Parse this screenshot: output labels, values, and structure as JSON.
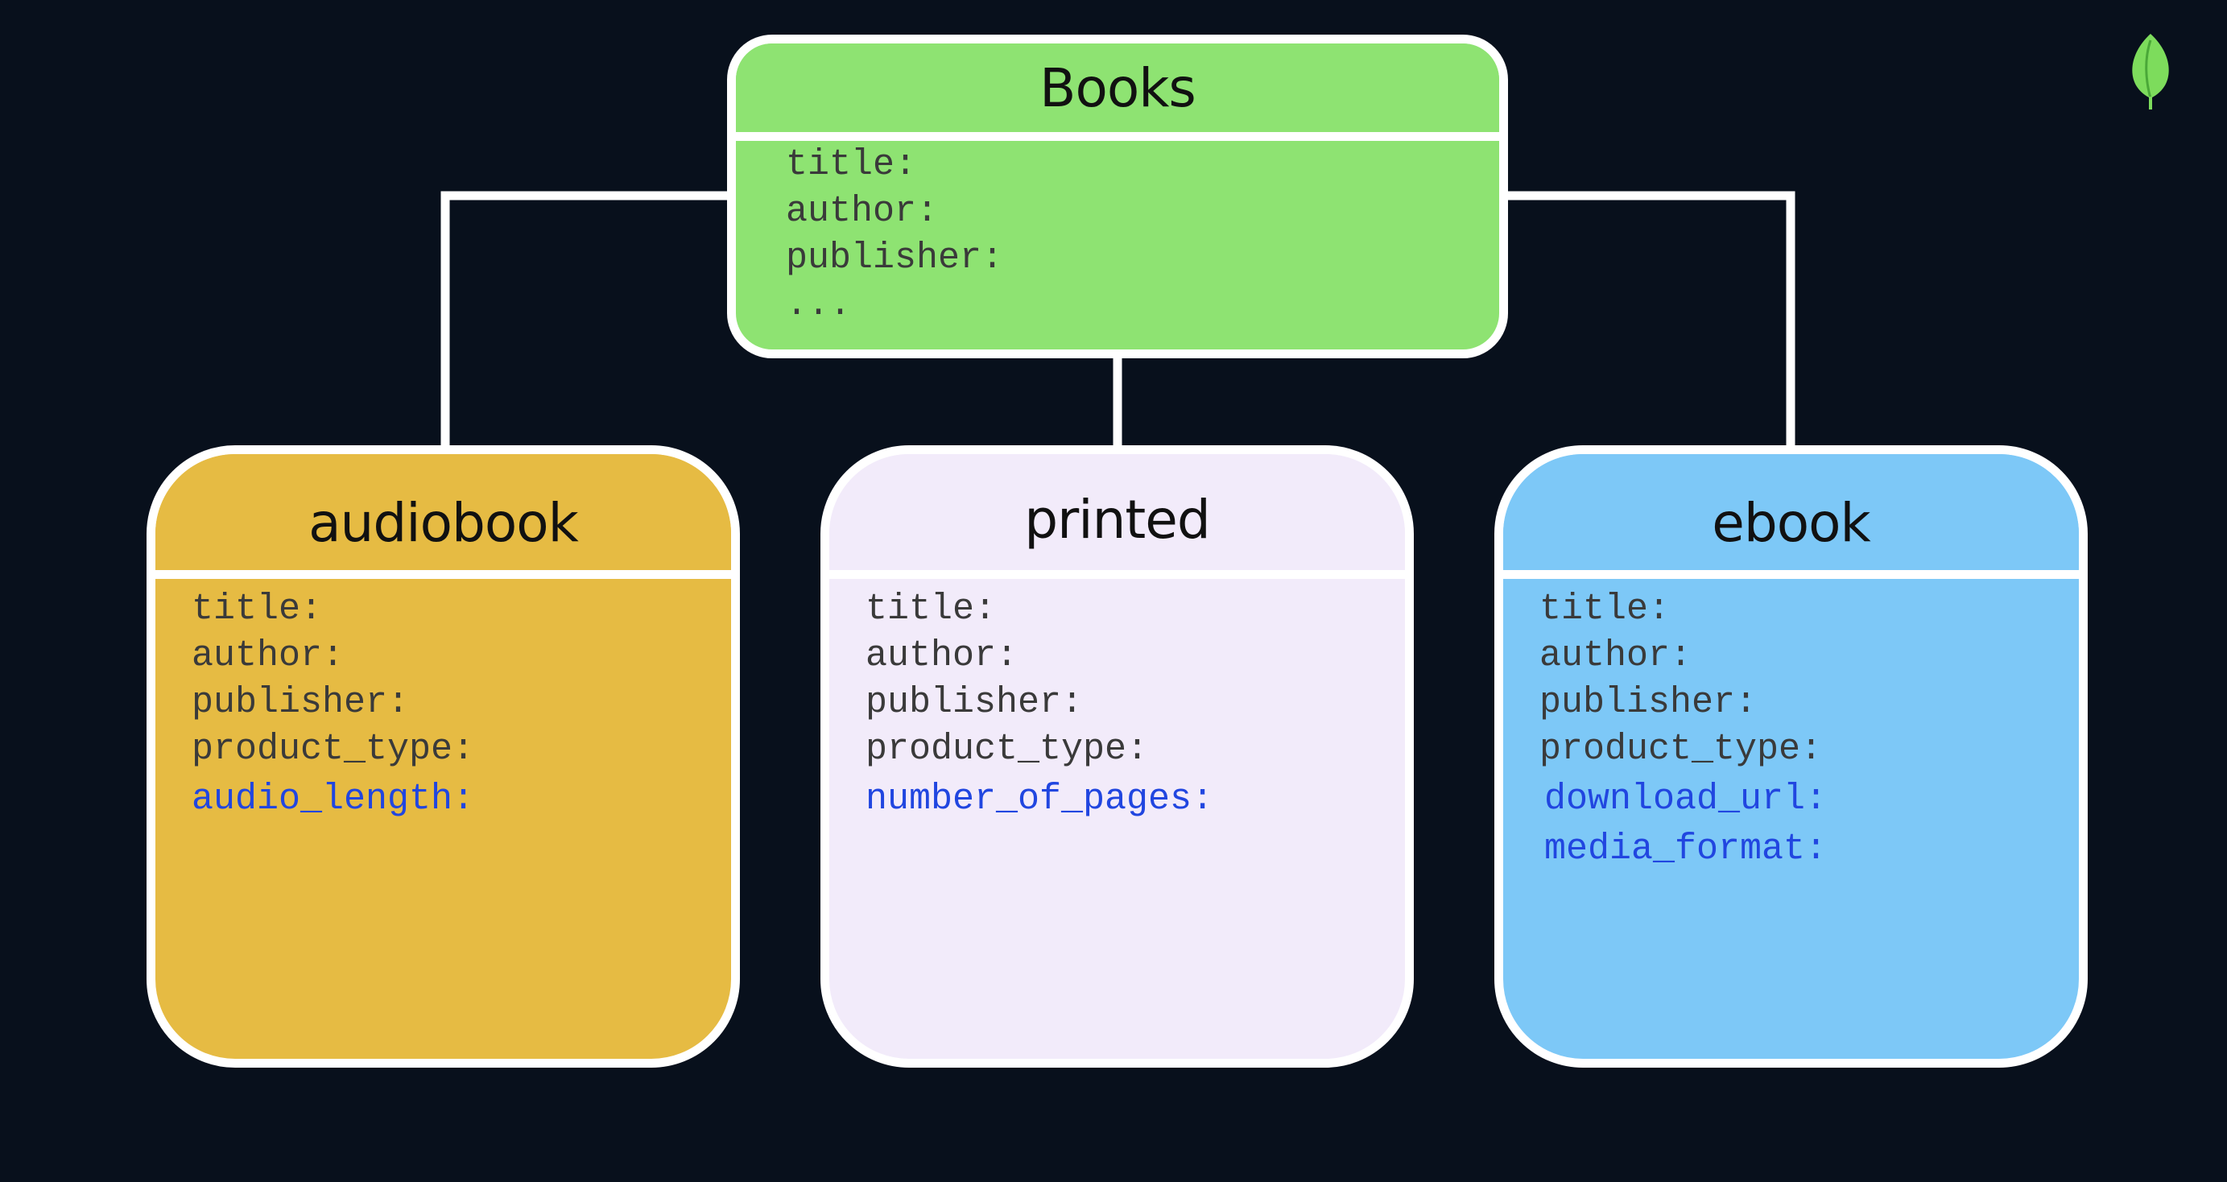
{
  "diagram": {
    "parent": {
      "title": "Books",
      "fields": [
        "title:",
        "author:",
        "publisher:",
        "..."
      ]
    },
    "children": [
      {
        "title": "audiobook",
        "fields": [
          "title:",
          "author:",
          "publisher:",
          "product_type:"
        ],
        "extra_fields": [
          "audio_length:"
        ],
        "color": "#e6bb43"
      },
      {
        "title": "printed",
        "fields": [
          "title:",
          "author:",
          "publisher:",
          "product_type:"
        ],
        "extra_fields": [
          "number_of_pages:"
        ],
        "color": "#f2ebfa"
      },
      {
        "title": "ebook",
        "fields": [
          "title:",
          "author:",
          "publisher:",
          "product_type:"
        ],
        "extra_fields": [
          "download_url:",
          "media_format:"
        ],
        "color": "#7dc8f7"
      }
    ],
    "colors": {
      "background": "#08101c",
      "parent": "#8ee372",
      "border": "#ffffff",
      "extra_field_text": "#2146e0",
      "logo": "#7ddc5c"
    },
    "logo_icon": "leaf-icon"
  }
}
